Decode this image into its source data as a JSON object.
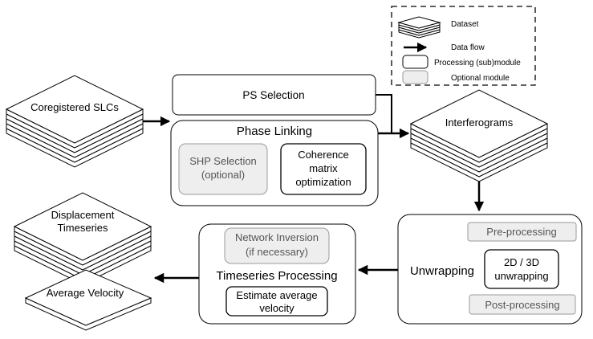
{
  "legend": {
    "dataset": "Dataset",
    "data_flow": "Data flow",
    "processing_module": "Processing (sub)module",
    "optional_module": "Optional module"
  },
  "datasets": {
    "coregistered_slcs": "Coregistered SLCs",
    "interferograms": "Interferograms",
    "displacement_line1": "Displacement",
    "displacement_line2": "Timeseries",
    "average_velocity": "Average Velocity"
  },
  "modules": {
    "ps_selection": "PS Selection",
    "phase_linking": "Phase Linking",
    "shp_selection_line1": "SHP Selection",
    "shp_selection_line2": "(optional)",
    "coherence_line1": "Coherence",
    "coherence_line2": "matrix",
    "coherence_line3": "optimization",
    "unwrapping": "Unwrapping",
    "pre_processing": "Pre-processing",
    "unwrap_2d3d_line1": "2D / 3D",
    "unwrap_2d3d_line2": "unwrapping",
    "post_processing": "Post-processing",
    "timeseries_processing": "Timeseries Processing",
    "network_inversion_line1": "Network Inversion",
    "network_inversion_line2": "(if necessary)",
    "estimate_velocity_line1": "Estimate average",
    "estimate_velocity_line2": "velocity"
  },
  "colors": {
    "stroke": "#000000",
    "optional_fill": "#eeeeee",
    "optional_stroke": "#999999",
    "optional_text": "#555555",
    "background": "#ffffff"
  }
}
